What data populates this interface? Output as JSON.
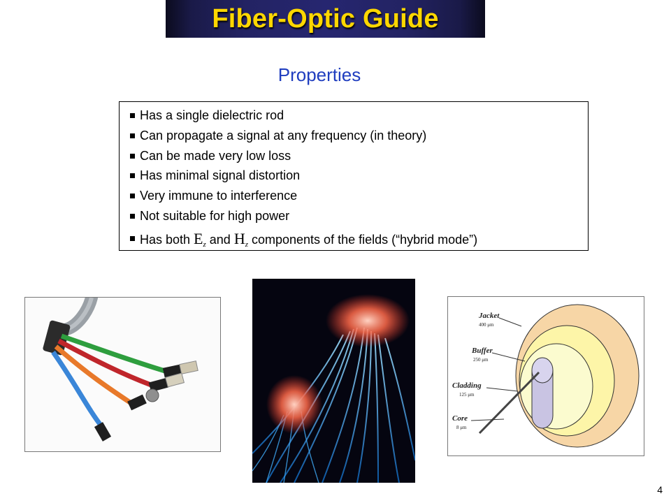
{
  "slide": {
    "title": "Fiber-Optic Guide",
    "subtitle": "Properties",
    "page_number": "4",
    "colors": {
      "title_bg": "#242468",
      "title_text": "#ffd700",
      "subtitle": "#1f3dbf"
    }
  },
  "properties": {
    "items": [
      "Has a single dielectric rod",
      "Can propagate a signal at any frequency (in theory)",
      "Can be made very low loss",
      "Has minimal signal distortion",
      "Very immune to interference",
      "Not suitable for high power"
    ],
    "last_item": {
      "prefix": "Has both ",
      "e_symbol": "E",
      "e_subscript": "z",
      "middle": " and ",
      "h_symbol": "H",
      "h_subscript": "z",
      "suffix": " components of the fields (“hybrid mode”)"
    }
  },
  "images": {
    "cross_section": {
      "labels": [
        {
          "name": "Jacket",
          "dimension": "400 μm"
        },
        {
          "name": "Buffer",
          "dimension": "250 μm"
        },
        {
          "name": "Cladding",
          "dimension": "125 μm"
        },
        {
          "name": "Core",
          "dimension": "8 μm"
        }
      ]
    }
  }
}
